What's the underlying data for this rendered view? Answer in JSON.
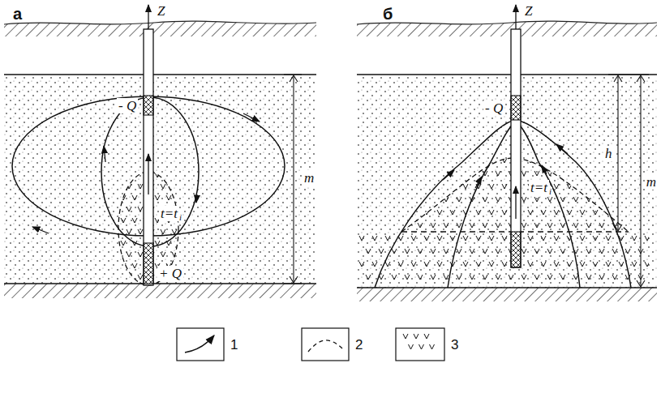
{
  "diagram": {
    "labels": [
      "а",
      "Z",
      "- Q",
      "m",
      "t=t",
      "i",
      "+ Q",
      "б",
      "Z",
      "- Q",
      "h",
      "m",
      "t=t",
      "i"
    ],
    "legend": [
      {
        "text": "1"
      },
      {
        "text": "2"
      },
      {
        "text": "3"
      }
    ]
  }
}
